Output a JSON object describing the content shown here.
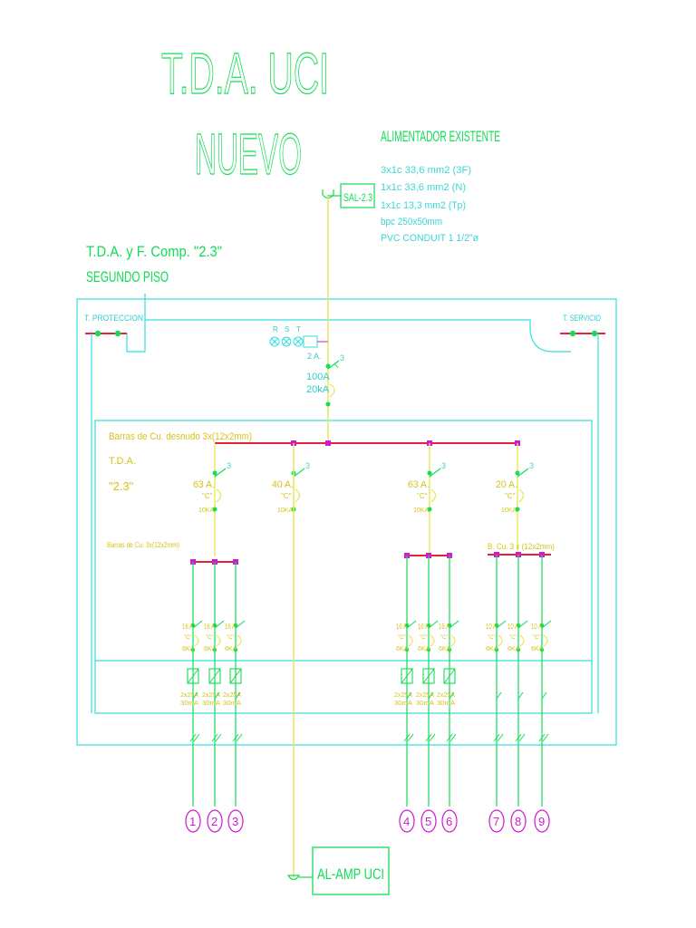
{
  "title": {
    "line1": "T.D.A. UCI",
    "line2": "NUEVO"
  },
  "feeder": {
    "heading": "ALIMENTADOR EXISTENTE",
    "lines": [
      "3x1c  33,6  mm2   (3F)",
      "1x1c  33,6  mm2   (N)",
      "1x1c  13,3  mm2   (Tp)",
      "bpc  250x50mm",
      "PVC  CONDUIT  1  1/2\"ø"
    ],
    "source_tag": "SAL-2.3"
  },
  "board": {
    "name_line1": "T.D.A.  y  F.  Comp.  \"2.3\"",
    "name_line2": "SEGUNDO  PISO",
    "protection_label": "T.  PROTECCION",
    "service_label": "T.  SERVICIO",
    "phases": [
      "R",
      "S",
      "T"
    ],
    "fuse_label": "2 A.",
    "main_breaker": {
      "rating": "100A",
      "kA": "20kA",
      "poles": "3"
    },
    "busbar_label": "Barras  de  Cu.  desnudo  3x(12x2mm)",
    "tda_label": "T.D.A.",
    "tda_number": "\"2.3\""
  },
  "branches": [
    {
      "rating": "63  A.",
      "curve": "\"C\"",
      "kA": "10KA",
      "poles": "3"
    },
    {
      "rating": "40  A.",
      "curve": "\"C\"",
      "kA": "10KA",
      "poles": "3"
    },
    {
      "rating": "63  A.",
      "curve": "\"C\"",
      "kA": "10KA",
      "poles": "3"
    },
    {
      "rating": "20  A.",
      "curve": "\"C\"",
      "kA": "10KA",
      "poles": "3"
    }
  ],
  "sub_busbars": {
    "left": "Barras  de  Cu.  3x(12x2mm)",
    "right": "B.  Cu.  3  x  (12x2mm)"
  },
  "circuit_breakers": [
    {
      "rating": "16 A",
      "curve": "\"C\"",
      "kA": "6KA"
    },
    {
      "rating": "16 A",
      "curve": "\"C\"",
      "kA": "6KA"
    },
    {
      "rating": "16 A",
      "curve": "\"C\"",
      "kA": "6KA"
    },
    {
      "rating": "16 A",
      "curve": "\"C\"",
      "kA": "6KA"
    },
    {
      "rating": "16 A",
      "curve": "\"C\"",
      "kA": "6KA"
    },
    {
      "rating": "16 A",
      "curve": "\"C\"",
      "kA": "6KA"
    },
    {
      "rating": "10 A",
      "curve": "\"C\"",
      "kA": "6KA"
    },
    {
      "rating": "10 A",
      "curve": "\"C\"",
      "kA": "6KA"
    },
    {
      "rating": "10 A",
      "curve": "\"C\"",
      "kA": "6KA"
    }
  ],
  "rcd": {
    "line1": "2x25A",
    "line2": "30mA"
  },
  "circuits": [
    "1",
    "2",
    "3",
    "4",
    "5",
    "6",
    "7",
    "8",
    "9"
  ],
  "outgoing_feeder": "AL-AMP  UCI"
}
